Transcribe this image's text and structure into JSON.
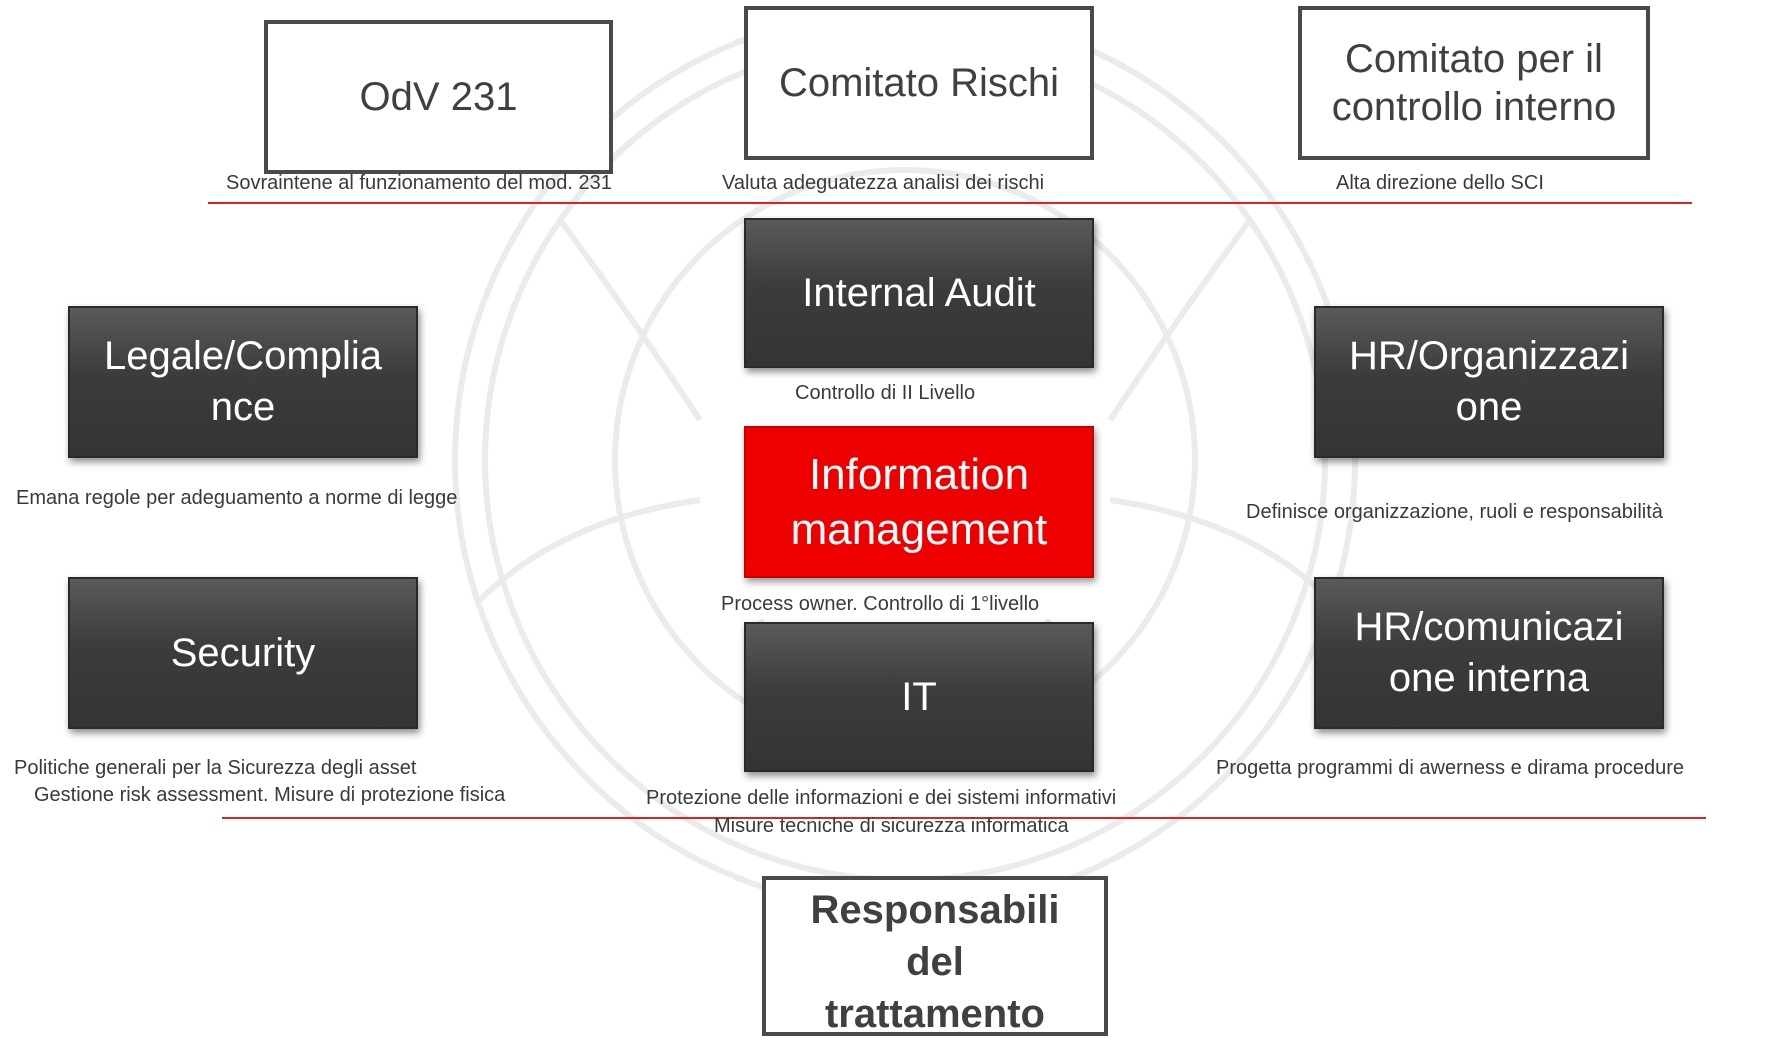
{
  "colors": {
    "accent_red": "#ee0000",
    "rule_red": "#dd2222",
    "dark_box": "#3c3c3c",
    "outline": "#4a4a4a"
  },
  "top": {
    "odv": {
      "label": "OdV 231",
      "caption": "Sovraintene al funzionamento del mod. 231"
    },
    "comitato_rischi": {
      "label": "Comitato Rischi",
      "caption": "Valuta adeguatezza analisi dei rischi"
    },
    "comitato_controllo": {
      "label": "Comitato per il\ncontrollo interno",
      "caption": "Alta direzione dello SCI"
    }
  },
  "center": {
    "internal_audit": {
      "label": "Internal Audit",
      "caption": "Controllo di II Livello"
    },
    "information_management": {
      "label": "Information\nmanagement",
      "caption": "Process owner. Controllo di 1°livello"
    },
    "it": {
      "label": "IT",
      "caption1": "Protezione delle informazioni e dei sistemi informativi",
      "caption2": "Misure tecniche di sicurezza informatica"
    }
  },
  "left": {
    "legale": {
      "label": "Legale/Complia\nnce",
      "caption": "Emana regole per adeguamento a norme di legge"
    },
    "security": {
      "label": "Security",
      "caption1": "Politiche generali per la Sicurezza degli asset",
      "caption2": "Gestione risk assessment. Misure di protezione fisica"
    }
  },
  "right": {
    "hr_org": {
      "label": "HR/Organizzazi\none",
      "caption": "Definisce organizzazione, ruoli e responsabilità"
    },
    "hr_com": {
      "label": "HR/comunicazi\none interna",
      "caption": "Progetta programmi di awerness e dirama procedure"
    }
  },
  "bottom": {
    "responsabili": {
      "label": "Responsabili\ndel\ntrattamento"
    }
  }
}
